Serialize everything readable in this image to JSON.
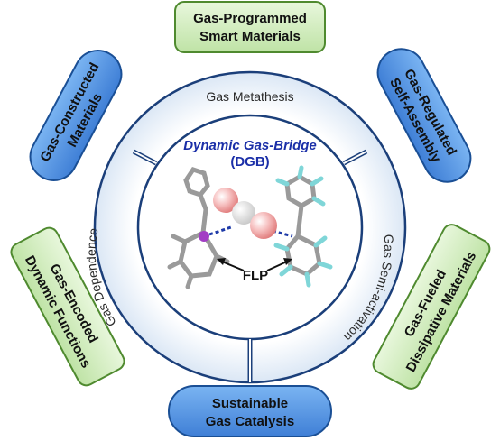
{
  "pills": {
    "top": [
      "Gas-Programmed",
      "Smart Materials"
    ],
    "left_top": [
      "Gas-Constructed",
      "Materials"
    ],
    "right_top": [
      "Gas-Regulated",
      "Self-Assembly"
    ],
    "left_bottom": [
      "Gas-Encoded",
      "Dynamic Functions"
    ],
    "right_bottom": [
      "Gas-Fueled",
      "Dissipative Materials"
    ],
    "bottom": [
      "Sustainable",
      "Gas Catalysis"
    ]
  },
  "ring": {
    "top": "Gas Metathesis",
    "left": "Gas Dependence",
    "right": "Gas Semi-activation"
  },
  "center": {
    "title": "Dynamic Gas-Bridge",
    "subtitle": "(DGB)",
    "flp_label": "FLP"
  },
  "colors": {
    "green_fill": "#d6efc4",
    "green_stroke": "#4f8a2f",
    "blue_fill": "#4a8fe0",
    "blue_stroke": "#1a4f95",
    "ring_fill": "#e6eef8",
    "ring_stroke": "#1b3f7a",
    "center_text": "#1b2fa8"
  }
}
